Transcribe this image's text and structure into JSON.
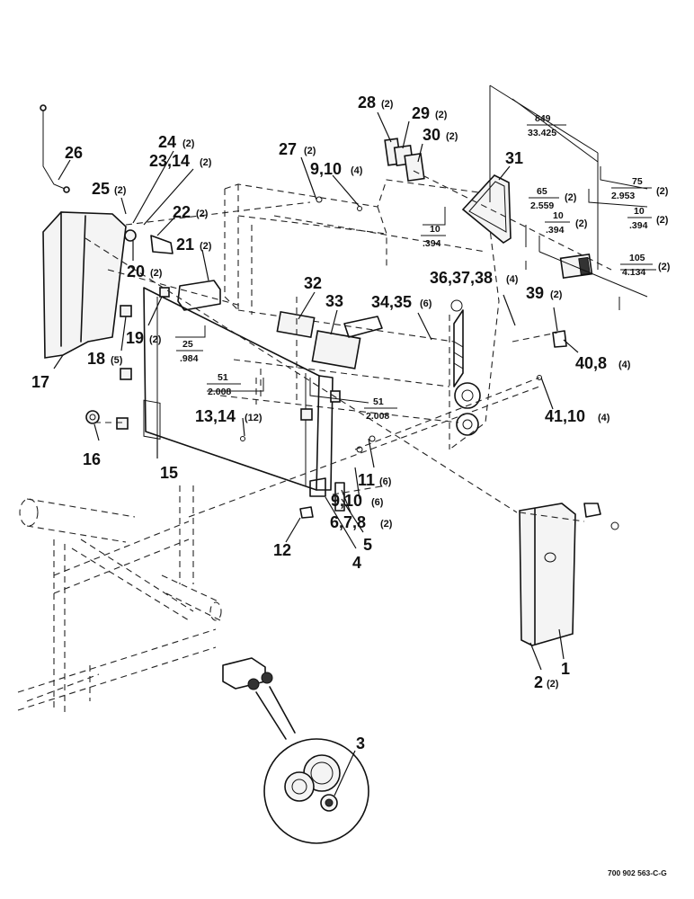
{
  "drawing_number": "700 902 563-C-G",
  "callouts": [
    {
      "id": "c26",
      "label": "26",
      "qty": ""
    },
    {
      "id": "c24",
      "label": "24",
      "qty": "(2)"
    },
    {
      "id": "c23",
      "label": "23,14",
      "qty": "(2)"
    },
    {
      "id": "c25",
      "label": "25",
      "qty": "(2)"
    },
    {
      "id": "c22",
      "label": "22",
      "qty": "(2)"
    },
    {
      "id": "c20",
      "label": "20",
      "qty": "(2)"
    },
    {
      "id": "c21",
      "label": "21",
      "qty": "(2)"
    },
    {
      "id": "c19",
      "label": "19",
      "qty": "(2)"
    },
    {
      "id": "c18",
      "label": "18",
      "qty": "(5)"
    },
    {
      "id": "c17",
      "label": "17",
      "qty": ""
    },
    {
      "id": "c16",
      "label": "16",
      "qty": ""
    },
    {
      "id": "c15",
      "label": "15",
      "qty": ""
    },
    {
      "id": "c27",
      "label": "27",
      "qty": "(2)"
    },
    {
      "id": "c9a",
      "label": "9,10",
      "qty": "(4)"
    },
    {
      "id": "c28",
      "label": "28",
      "qty": "(2)"
    },
    {
      "id": "c29",
      "label": "29",
      "qty": "(2)"
    },
    {
      "id": "c30",
      "label": "30",
      "qty": "(2)"
    },
    {
      "id": "c31",
      "label": "31",
      "qty": ""
    },
    {
      "id": "c32",
      "label": "32",
      "qty": ""
    },
    {
      "id": "c33",
      "label": "33",
      "qty": ""
    },
    {
      "id": "c34",
      "label": "34,35",
      "qty": "(6)"
    },
    {
      "id": "c36",
      "label": "36,37,38",
      "qty": "(4)"
    },
    {
      "id": "c39",
      "label": "39",
      "qty": "(2)"
    },
    {
      "id": "c40",
      "label": "40,8",
      "qty": "(4)"
    },
    {
      "id": "c41",
      "label": "41,10",
      "qty": "(4)"
    },
    {
      "id": "c13",
      "label": "13,14",
      "qty": "(12)"
    },
    {
      "id": "c11",
      "label": "11",
      "qty": "(6)"
    },
    {
      "id": "c9b",
      "label": "9,10",
      "qty": "(6)"
    },
    {
      "id": "c6",
      "label": "6,7,8",
      "qty": "(2)"
    },
    {
      "id": "c5",
      "label": "5",
      "qty": ""
    },
    {
      "id": "c4",
      "label": "4",
      "qty": ""
    },
    {
      "id": "c12",
      "label": "12",
      "qty": ""
    },
    {
      "id": "c1",
      "label": "1",
      "qty": ""
    },
    {
      "id": "c2",
      "label": "2",
      "qty": "(2)"
    },
    {
      "id": "c3",
      "label": "3",
      "qty": ""
    }
  ],
  "dimensions": [
    {
      "id": "d849",
      "top": "849",
      "bottom": "33.425",
      "qty": ""
    },
    {
      "id": "d75",
      "top": "75",
      "bottom": "2.953",
      "qty": "(2)"
    },
    {
      "id": "d65",
      "top": "65",
      "bottom": "2.559",
      "qty": "(2)"
    },
    {
      "id": "d10a",
      "top": "10",
      "bottom": ".394",
      "qty": "(2)"
    },
    {
      "id": "d10b",
      "top": "10",
      "bottom": ".394",
      "qty": "(2)"
    },
    {
      "id": "d10c",
      "top": "10",
      "bottom": ".394",
      "qty": ""
    },
    {
      "id": "d105",
      "top": "105",
      "bottom": "4.134",
      "qty": "(2)"
    },
    {
      "id": "d25",
      "top": "25",
      "bottom": ".984",
      "qty": ""
    },
    {
      "id": "d51a",
      "top": "51",
      "bottom": "2.008",
      "qty": ""
    },
    {
      "id": "d51b",
      "top": "51",
      "bottom": "2.008",
      "qty": ""
    }
  ]
}
